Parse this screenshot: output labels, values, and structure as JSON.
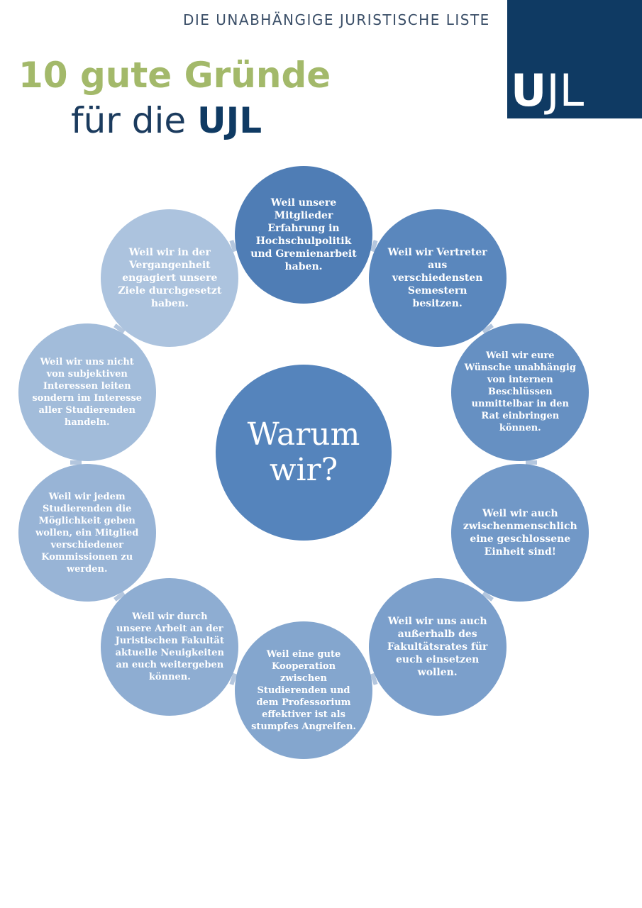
{
  "header": {
    "tagline": "DIE UNABHÄNGIGE JURISTISCHE LISTE",
    "logo_u": "U",
    "logo_jl": "JL",
    "logo_bg": "#0f3a63"
  },
  "headline": {
    "line1": "10 gute Gründe",
    "line2_prefix": "für die ",
    "line2_brand": "UJL",
    "line1_color": "#a3b96a"
  },
  "diagram": {
    "center": "Warum wir?",
    "reasons": [
      "Weil unsere Mitglieder Erfahrung in Hochschulpolitik und Gremienarbeit haben.",
      "Weil wir Vertreter aus verschiedensten Semestern besitzen.",
      "Weil wir eure Wünsche unabhängig von internen Beschlüssen unmittelbar in den Rat einbringen können.",
      "Weil wir auch zwischenmenschlich eine geschlossene Einheit sind!",
      "Weil wir uns auch außerhalb des Fakultätsrates für euch einsetzen wollen.",
      "Weil eine gute Kooperation zwischen Studierenden und dem Professorium effektiver ist als stumpfes Angreifen.",
      "Weil wir durch unsere Arbeit an der Juristischen Fakultät aktuelle Neuigkeiten an euch weitergeben können.",
      "Weil wir jedem Studierenden die Möglichkeit geben wollen, ein Mitglied verschiedener Kommissionen zu werden.",
      "Weil wir uns nicht von subjektiven Interessen leiten sondern im Interesse aller Studierenden handeln.",
      "Weil wir in der Vergangenheit engagiert unsere Ziele durchgesetzt haben."
    ],
    "colors": [
      "#4f7db5",
      "#5a87bd",
      "#6690c2",
      "#7198c7",
      "#7b9fcb",
      "#84a6ce",
      "#8eadd2",
      "#98b4d6",
      "#a2bcda",
      "#acc3de"
    ],
    "center_color": "#5584bc"
  }
}
